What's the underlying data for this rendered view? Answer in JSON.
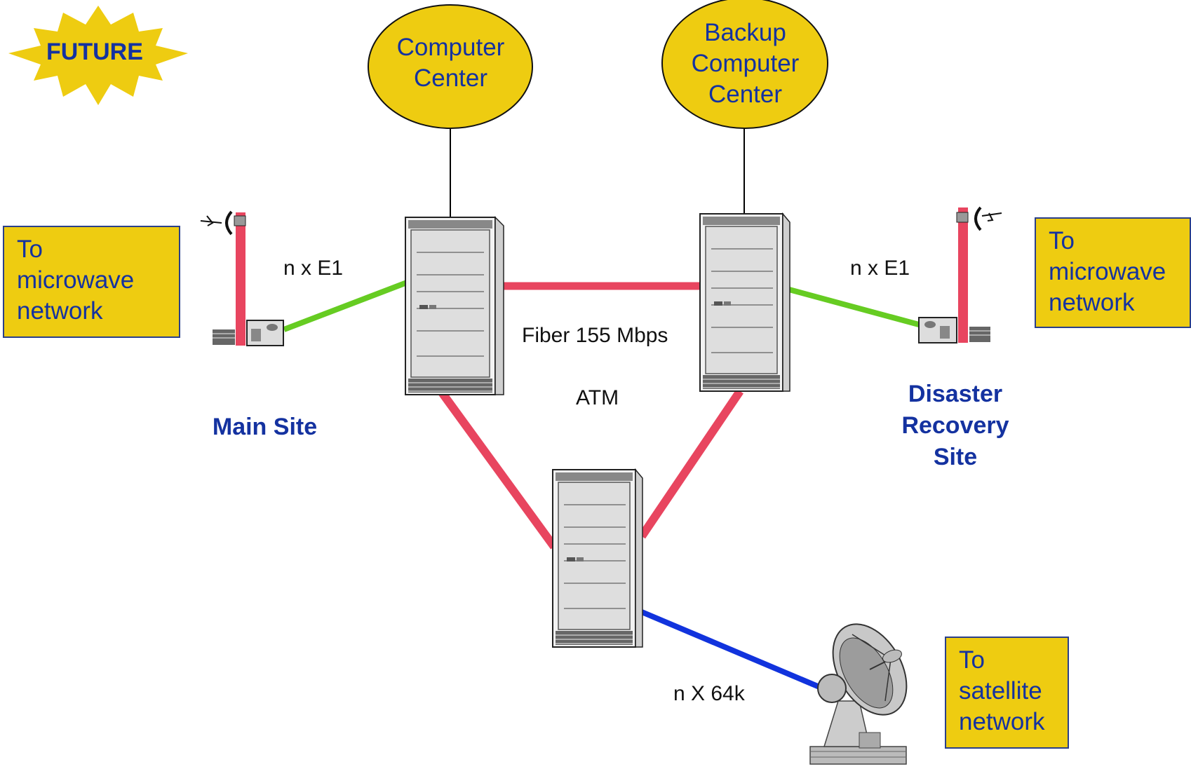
{
  "badge": {
    "label": "FUTURE"
  },
  "centers": {
    "primary": {
      "lines": [
        "Computer",
        "Center"
      ]
    },
    "backup": {
      "lines": [
        "Backup",
        "Computer",
        "Center"
      ]
    }
  },
  "sites": {
    "main": {
      "label": "Main Site"
    },
    "dr": {
      "lines": [
        "Disaster",
        "Recovery",
        "Site"
      ]
    }
  },
  "links": {
    "left_e1": "n x E1",
    "right_e1": "n x E1",
    "fiber": "Fiber 155 Mbps",
    "atm": "ATM",
    "satellite": "n X 64k"
  },
  "boxes": {
    "left_microwave": {
      "lines": [
        "To",
        "microwave",
        "network"
      ]
    },
    "right_microwave": {
      "lines": [
        "To",
        "microwave",
        "network"
      ]
    },
    "satellite": {
      "lines": [
        "To",
        "satellite",
        "network"
      ]
    }
  },
  "colors": {
    "fiber": "#e8455f",
    "e1": "#66cc22",
    "satellite_link": "#1133dd",
    "accent_yellow": "#eecc11",
    "label_blue": "#1432a0"
  }
}
